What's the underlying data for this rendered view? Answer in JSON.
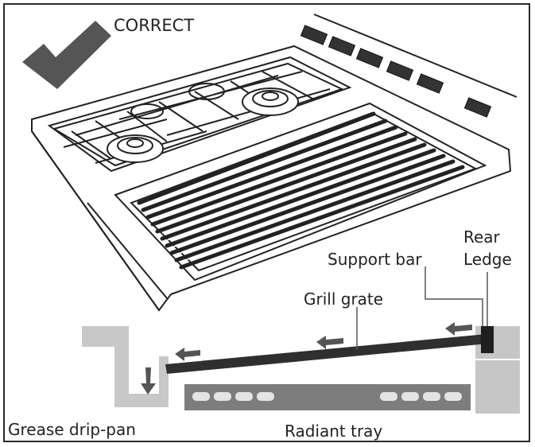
{
  "diagram": {
    "badge": "CORRECT",
    "labels": {
      "rear_ledge_line1": "Rear",
      "rear_ledge_line2": "Ledge",
      "support_bar": "Support bar",
      "grill_grate": "Grill grate",
      "grease_drip_pan": "Grease drip-pan",
      "radiant_tray": "Radiant tray"
    },
    "icons": [
      "checkmark-icon",
      "arrow-left-icon",
      "arrow-down-icon"
    ]
  }
}
